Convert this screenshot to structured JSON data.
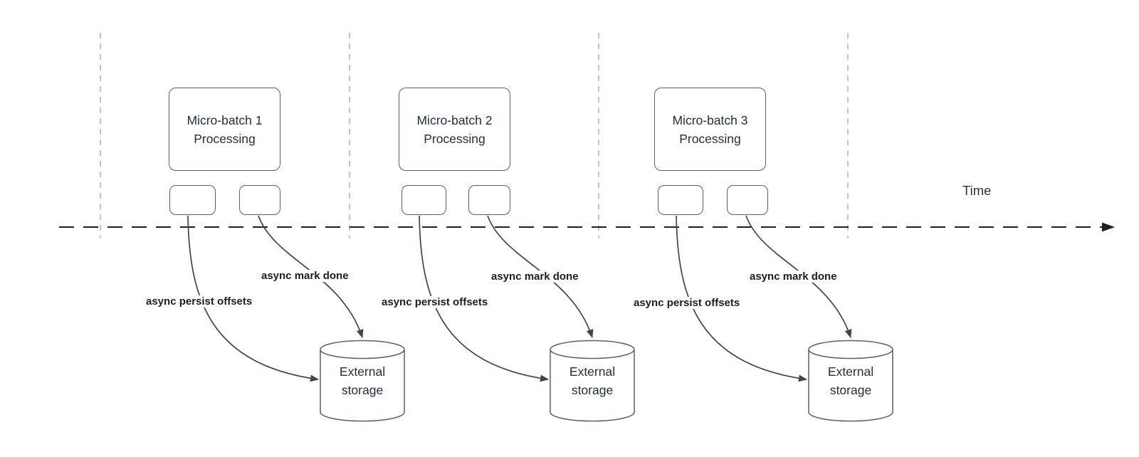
{
  "diagram": {
    "time_label": "Time",
    "batches": [
      {
        "title": "Micro-batch 1 Processing",
        "persist_label": "async persist offsets",
        "mark_done_label": "async mark done",
        "storage_label": "External storage"
      },
      {
        "title": "Micro-batch 2 Processing",
        "persist_label": "async persist offsets",
        "mark_done_label": "async mark done",
        "storage_label": "External storage"
      },
      {
        "title": "Micro-batch 3 Processing",
        "persist_label": "async persist offsets",
        "mark_done_label": "async mark done",
        "storage_label": "External storage"
      }
    ],
    "colors": {
      "background": "#ffffff",
      "shape_border": "#596066",
      "shape_text": "#242e3e",
      "connector": "#3d4553",
      "timeline": "#1f1f1f",
      "guide_line": "#b5b5b5",
      "label_text": "#191e26"
    }
  }
}
